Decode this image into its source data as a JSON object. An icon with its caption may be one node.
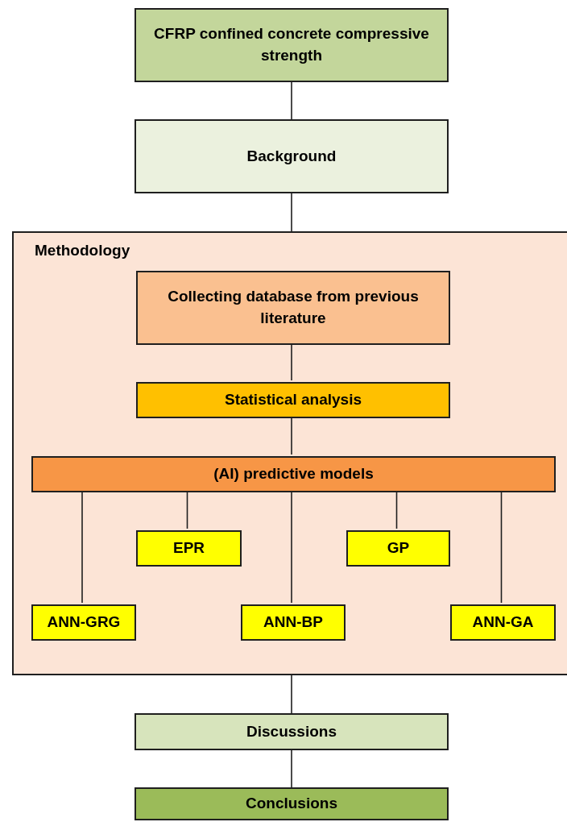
{
  "diagram": {
    "nodes": [
      {
        "text": [
          "CFRP confined concrete compressive strength"
        ]
      },
      {
        "text": [
          "Background"
        ]
      },
      {
        "text": [
          "Methodology"
        ]
      },
      {
        "text": [
          "Collecting database from previous literature"
        ],
        "in": 2
      },
      {
        "text": [
          "Statistical analysis"
        ],
        "in": 2
      },
      {
        "text": [
          "(AI) predictive models"
        ],
        "in": 2
      },
      {
        "text": [
          "EPR"
        ],
        "in": 2
      },
      {
        "text": [
          "GP"
        ],
        "in": 2
      },
      {
        "text": [
          "ANN-GRG"
        ],
        "in": 2
      },
      {
        "text": [
          "ANN-BP"
        ],
        "in": 2
      },
      {
        "text": [
          "ANN-GA"
        ],
        "in": 2
      },
      {
        "text": [
          "Discussions"
        ]
      },
      {
        "text": [
          "Conclusions"
        ]
      }
    ],
    "edges": [
      {
        "from": 0,
        "to": 1,
        "arrow": "none"
      },
      {
        "from": 1,
        "to": 2,
        "arrow": "none"
      },
      {
        "from": 3,
        "to": 4,
        "arrow": "none"
      },
      {
        "from": 4,
        "to": 5,
        "arrow": "none"
      },
      {
        "from": 5,
        "to": 8,
        "arrow": "none"
      },
      {
        "from": 5,
        "to": 6,
        "arrow": "none"
      },
      {
        "from": 5,
        "to": 9,
        "arrow": "none"
      },
      {
        "from": 5,
        "to": 7,
        "arrow": "none"
      },
      {
        "from": 5,
        "to": 10,
        "arrow": "none"
      },
      {
        "from": 2,
        "to": 11,
        "arrow": "none"
      },
      {
        "from": 11,
        "to": 12,
        "arrow": "none"
      }
    ]
  }
}
